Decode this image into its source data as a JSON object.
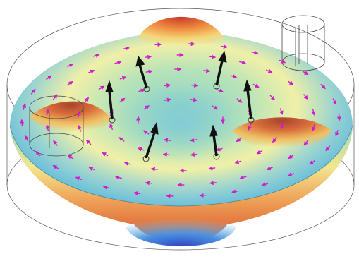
{
  "colors": {
    "background": "#ffffff",
    "wireframe": "#555555",
    "tangential_arrows": "#d11ec8",
    "force_arrows": "#111111",
    "surface_stops": [
      "#2f5fd0",
      "#3fb0e6",
      "#9ad9c8",
      "#eaf1a0",
      "#f2b25a",
      "#e0542f",
      "#b52a2a"
    ]
  },
  "surface": {
    "type": "deformed-disk",
    "peaks": [
      "back",
      "left",
      "right"
    ],
    "troughs": [
      "front"
    ]
  },
  "force_arrows": {
    "count": 6
  },
  "tangential_arrows": {
    "pattern": "circulating"
  },
  "cylinders": [
    "back-right",
    "left"
  ]
}
